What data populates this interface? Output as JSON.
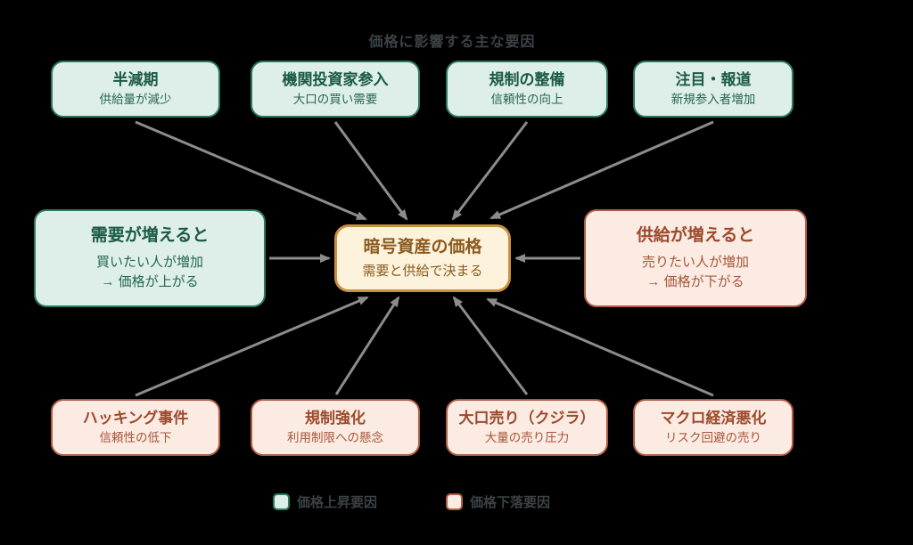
{
  "title": "価格に影響する主な要因",
  "center_node": {
    "title": "暗号資産の価格",
    "subtitle": "需要と供給で決まる"
  },
  "demand_node": {
    "title": "需要が増えると",
    "line1": "買いたい人が増加",
    "line2": "→ 価格が上がる"
  },
  "supply_node": {
    "title": "供給が増えると",
    "line1": "売りたい人が増加",
    "line2": "→ 価格が下がる"
  },
  "top_factors": [
    {
      "title": "半減期",
      "subtitle": "供給量が減少"
    },
    {
      "title": "機関投資家参入",
      "subtitle": "大口の買い需要"
    },
    {
      "title": "規制の整備",
      "subtitle": "信頼性の向上"
    },
    {
      "title": "注目・報道",
      "subtitle": "新規参入者増加"
    }
  ],
  "bottom_factors": [
    {
      "title": "ハッキング事件",
      "subtitle": "信頼性の低下"
    },
    {
      "title": "規制強化",
      "subtitle": "利用制限への懸念"
    },
    {
      "title": "大口売り（クジラ）",
      "subtitle": "大量の売り圧力"
    },
    {
      "title": "マクロ経済悪化",
      "subtitle": "リスク回避の売り"
    }
  ],
  "legend": {
    "up_label": "価格上昇要因",
    "down_label": "価格下落要因"
  },
  "colors": {
    "bg": "#000000",
    "muted-text": "#3b4245",
    "arrow": "#8c8c8c",
    "green-fill": "#ddefe8",
    "green-border": "#2c7a5e",
    "green-text": "#1b5a44",
    "green-subtext": "#27664f",
    "pink-fill": "#fcebe3",
    "pink-border": "#ae5b43",
    "pink-text": "#9c4a2c",
    "pink-subtext": "#a5563a",
    "center-fill": "#fdf3dc",
    "center-border": "#c8913e",
    "center-text": "#8a5a1f"
  }
}
